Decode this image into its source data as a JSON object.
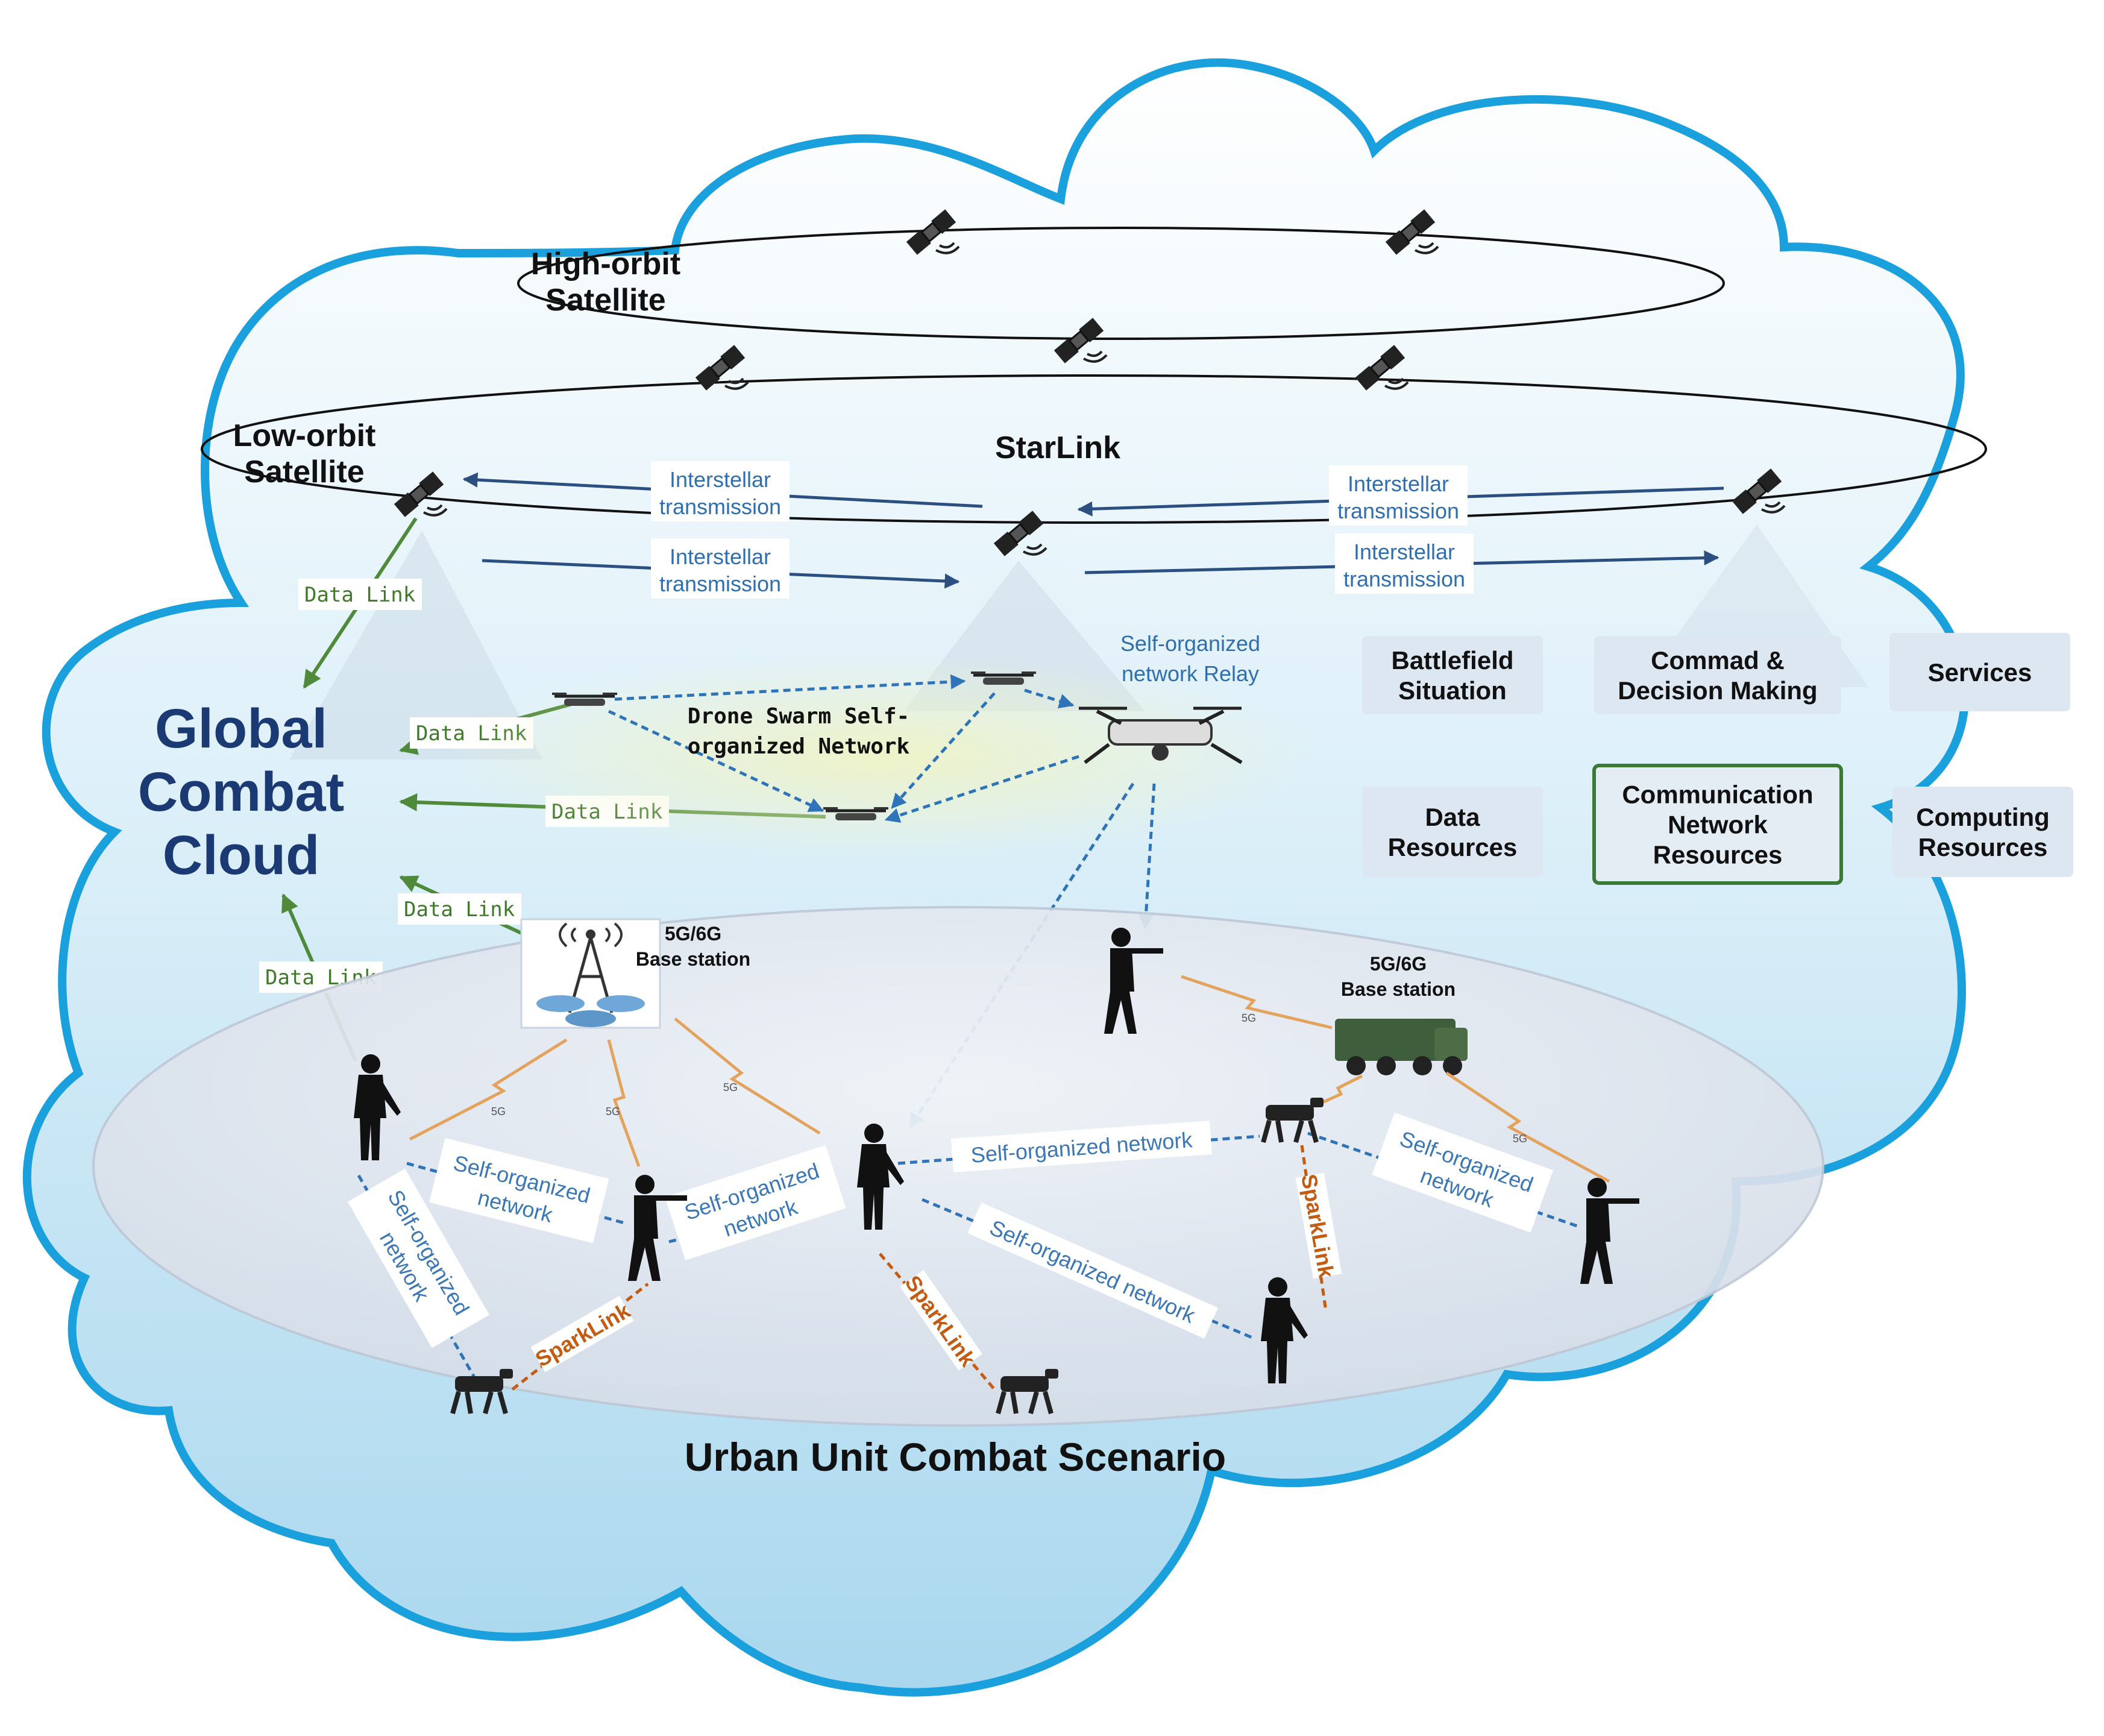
{
  "title": "",
  "cloud": {
    "name": "Global Combat Cloud",
    "lines": [
      "Global",
      "Combat",
      "Cloud"
    ]
  },
  "orbits": {
    "high": {
      "lines": [
        "High-orbit",
        "Satellite"
      ]
    },
    "low": {
      "lines": [
        "Low-orbit",
        "Satellite"
      ]
    },
    "starlink": "StarLink"
  },
  "links": {
    "interstellar": [
      "Interstellar",
      "transmission"
    ],
    "data_link": "Data Link",
    "self_organized": "Self-organized network",
    "self_organized_lines": [
      "Self-organized",
      "network"
    ],
    "sparklink": "SparkLink",
    "five_g": "5G"
  },
  "drone_swarm": {
    "lines": [
      "Drone Swarm Self-",
      "organized Network"
    ]
  },
  "relay": {
    "lines": [
      "Self-organized",
      "network Relay"
    ]
  },
  "base_stations": [
    {
      "lines": [
        "5G/6G",
        "Base station"
      ]
    },
    {
      "lines": [
        "5G/6G",
        "Base station"
      ]
    }
  ],
  "panels": [
    {
      "id": "battlefield",
      "lines": [
        "Battlefield",
        "Situation"
      ],
      "highlight": false
    },
    {
      "id": "command",
      "lines": [
        "Commad &",
        "Decision Making"
      ],
      "highlight": false
    },
    {
      "id": "services",
      "lines": [
        "Services"
      ],
      "highlight": false
    },
    {
      "id": "data",
      "lines": [
        "Data",
        "Resources"
      ],
      "highlight": false
    },
    {
      "id": "comm",
      "lines": [
        "Communication",
        "Network",
        "Resources"
      ],
      "highlight": true
    },
    {
      "id": "computing",
      "lines": [
        "Computing",
        "Resources"
      ],
      "highlight": false
    }
  ],
  "scenario": "Urban Unit Combat Scenario",
  "colors": {
    "cloud_outline": "#1aa0dc",
    "cloud_fill_top": "#ffffff",
    "cloud_fill_bottom": "#a9d7ee",
    "data_link": "#4f8a3a",
    "interstellar_arrow": "#2a4f80",
    "self_org": "#2f74b8",
    "sparklink": "#c15c12",
    "fiveg": "#e3a35c",
    "panel_highlight_border": "#3b7a35"
  }
}
